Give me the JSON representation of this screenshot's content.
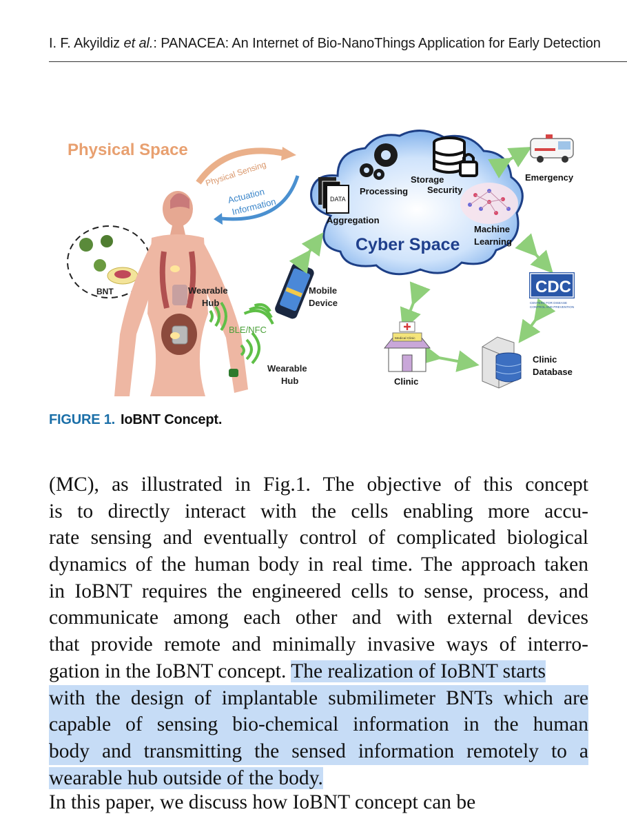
{
  "header": {
    "authors": "I. F. Akyildiz",
    "etal": "et al.",
    "title": ": PANACEA: An Internet of Bio-NanoThings Application for Early Detection"
  },
  "figure": {
    "physical_space": "Physical Space",
    "physical_sensing": "Physical Sensing",
    "actuation": "Actuation",
    "information": "Information",
    "bnt": "BNT",
    "wearable_hub_1a": "Wearable",
    "wearable_hub_1b": "Hub",
    "ble_nfc": "BLE/NFC",
    "wearable_hub_2a": "Wearable",
    "wearable_hub_2b": "Hub",
    "mobile_a": "Mobile",
    "mobile_b": "Device",
    "data": "DATA",
    "aggregation": "Aggregation",
    "processing": "Processing",
    "storage": "Storage",
    "security": "Security",
    "machine": "Machine",
    "learning": "Learning",
    "cyber_space": "Cyber Space",
    "emergency": "Emergency",
    "cdc": "CDC",
    "cdc_sub1": "CENTERS FOR DISEASE",
    "cdc_sub2": "CONTROL AND PREVENTION",
    "clinic": "Clinic",
    "clinic_sign": "Medical Clinic",
    "clinic_db_a": "Clinic",
    "clinic_db_b": "Database"
  },
  "caption": {
    "label": "FIGURE 1.",
    "text": "IoBNT Concept."
  },
  "body": {
    "l1": "(MC), as illustrated in Fig.1. The objective of this concept",
    "l2": "is to directly interact with the cells enabling more accu-",
    "l3": "rate sensing and eventually control of complicated biological",
    "l4": "dynamics of the human body in real time. The approach taken",
    "l5": "in IoBNT requires the engineered cells to sense, process, and",
    "l6": "communicate among each other and with external devices",
    "l7": "that provide remote and minimally invasive ways of interro-",
    "l8a": "gation in the IoBNT concept. ",
    "l8b": "The realization of IoBNT starts",
    "l9": "with the design of implantable submilimeter BNTs which are",
    "l10": "capable of sensing bio-chemical information in the human",
    "l11": "body and transmitting the sensed information remotely to a",
    "l12": "wearable hub outside of the body.",
    "l13": "In this paper, we discuss how IoBNT concept can be"
  },
  "colors": {
    "highlight": "#c6dcf6",
    "caption_label": "#1b6fa8",
    "physical_space": "#e8a070",
    "cyber_space": "#1f3f8c"
  }
}
